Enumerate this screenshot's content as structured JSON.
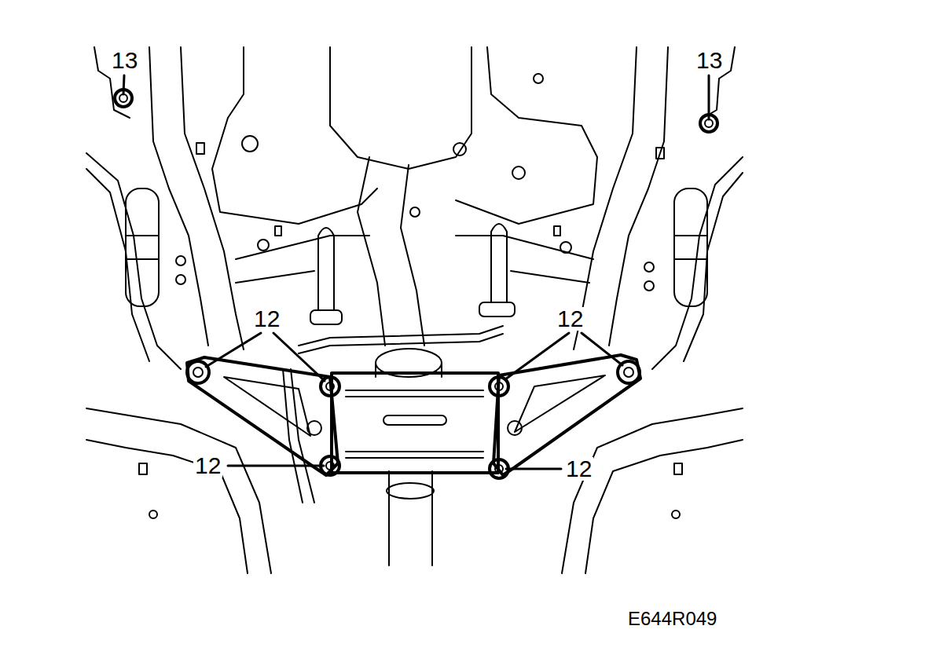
{
  "diagram": {
    "labels": [
      "13",
      "13",
      "12",
      "12",
      "12",
      "12",
      "E644R049"
    ]
  }
}
